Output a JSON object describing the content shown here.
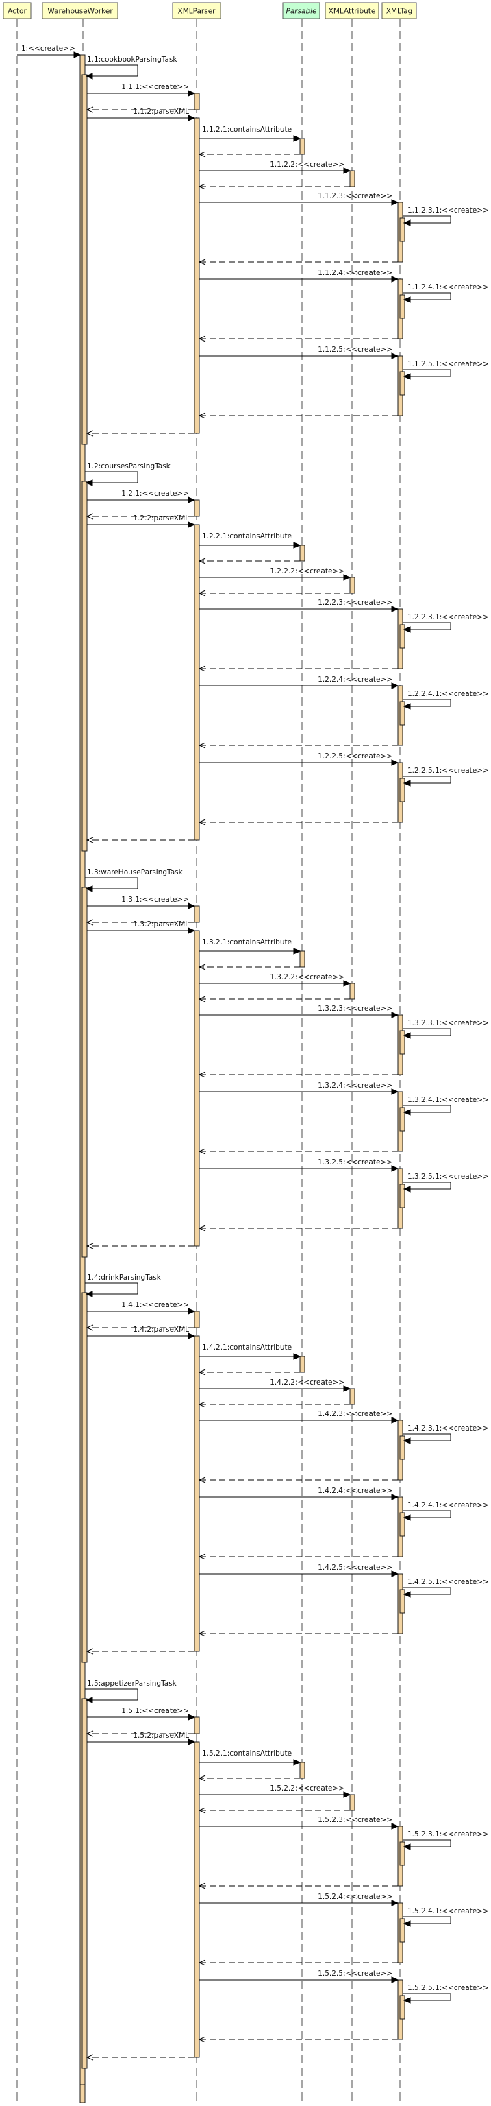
{
  "participants": [
    {
      "id": "actor",
      "name": "Actor",
      "fill": "#ffffc4",
      "italic": false
    },
    {
      "id": "worker",
      "name": "WarehouseWorker",
      "fill": "#ffffc4",
      "italic": false
    },
    {
      "id": "parser",
      "name": "XMLParser",
      "fill": "#ffffc4",
      "italic": false
    },
    {
      "id": "parsable",
      "name": "Parsable",
      "fill": "#c4ffd2",
      "italic": true
    },
    {
      "id": "attribute",
      "name": "XMLAttribute",
      "fill": "#ffffc4",
      "italic": false
    },
    {
      "id": "tag",
      "name": "XMLTag",
      "fill": "#ffffc4",
      "italic": false
    }
  ],
  "initial_message": "1:<<create>>",
  "tasks": [
    {
      "task": "1.1:cookbookParsingTask",
      "create": "1.1.1:<<create>>",
      "parse": "1.1.2:parseXML",
      "contains": "1.1.2.1:containsAttribute",
      "attr_create": "1.1.2.2:<<create>>",
      "tags": [
        {
          "create": "1.1.2.3:<<create>>",
          "self": "1.1.2.3.1:<<create>>"
        },
        {
          "create": "1.1.2.4:<<create>>",
          "self": "1.1.2.4.1:<<create>>"
        },
        {
          "create": "1.1.2.5:<<create>>",
          "self": "1.1.2.5.1:<<create>>"
        }
      ]
    },
    {
      "task": "1.2:coursesParsingTask",
      "create": "1.2.1:<<create>>",
      "parse": "1.2.2:parseXML",
      "contains": "1.2.2.1:containsAttribute",
      "attr_create": "1.2.2.2:<<create>>",
      "tags": [
        {
          "create": "1.2.2.3:<<create>>",
          "self": "1.2.2.3.1:<<create>>"
        },
        {
          "create": "1.2.2.4:<<create>>",
          "self": "1.2.2.4.1:<<create>>"
        },
        {
          "create": "1.2.2.5:<<create>>",
          "self": "1.2.2.5.1:<<create>>"
        }
      ]
    },
    {
      "task": "1.3:wareHouseParsingTask",
      "create": "1.3.1:<<create>>",
      "parse": "1.3.2:parseXML",
      "contains": "1.3.2.1:containsAttribute",
      "attr_create": "1.3.2.2:<<create>>",
      "tags": [
        {
          "create": "1.3.2.3:<<create>>",
          "self": "1.3.2.3.1:<<create>>"
        },
        {
          "create": "1.3.2.4:<<create>>",
          "self": "1.3.2.4.1:<<create>>"
        },
        {
          "create": "1.3.2.5:<<create>>",
          "self": "1.3.2.5.1:<<create>>"
        }
      ]
    },
    {
      "task": "1.4:drinkParsingTask",
      "create": "1.4.1:<<create>>",
      "parse": "1.4.2:parseXML",
      "contains": "1.4.2.1:containsAttribute",
      "attr_create": "1.4.2.2:<<create>>",
      "tags": [
        {
          "create": "1.4.2.3:<<create>>",
          "self": "1.4.2.3.1:<<create>>"
        },
        {
          "create": "1.4.2.4:<<create>>",
          "self": "1.4.2.4.1:<<create>>"
        },
        {
          "create": "1.4.2.5:<<create>>",
          "self": "1.4.2.5.1:<<create>>"
        }
      ]
    },
    {
      "task": "1.5:appetizerParsingTask",
      "create": "1.5.1:<<create>>",
      "parse": "1.5.2:parseXML",
      "contains": "1.5.2.1:containsAttribute",
      "attr_create": "1.5.2.2:<<create>>",
      "tags": [
        {
          "create": "1.5.2.3:<<create>>",
          "self": "1.5.2.3.1:<<create>>"
        },
        {
          "create": "1.5.2.4:<<create>>",
          "self": "1.5.2.4.1:<<create>>"
        },
        {
          "create": "1.5.2.5:<<create>>",
          "self": "1.5.2.5.1:<<create>>"
        }
      ]
    }
  ],
  "colors": {
    "activation": "#f3d4a2",
    "class_header": "#ffffc4",
    "interface_header": "#c4ffd2"
  }
}
